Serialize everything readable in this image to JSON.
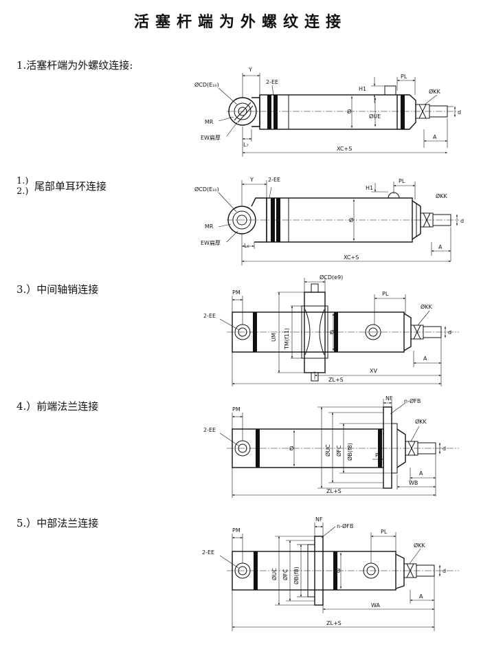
{
  "title": "活塞杆端为外螺纹连接",
  "sections": {
    "s1": "1.活塞杆端为外螺纹连接:",
    "s2_n1": "1.)",
    "s2_n2": "2.)",
    "s2": "尾部单耳环连接",
    "s3": "3.）中间轴销连接",
    "s4": "4.）前端法兰连接",
    "s5": "5.）中部法兰连接"
  },
  "labels": {
    "cd_e": "ØCD(E₁₀)",
    "cd_e2": "ØCD(E₁₀)",
    "y": "Y",
    "ee": "2-EE",
    "pl": "PL",
    "h1": "H1",
    "kk": "ØKK",
    "mr": "MR",
    "ew": "EW扁厚",
    "l7": "L₇",
    "l6": "L₆",
    "a": "A",
    "d": "d",
    "ue": "ØUE",
    "dia": "Ø",
    "xcs": "XC+S",
    "pm": "PM",
    "cd_e9": "ØCD(e9)",
    "um": "UM",
    "tm": "TM(f11)",
    "xv": "XV",
    "zls": "ZL+S",
    "nf": "NF",
    "nfb": "n-ØFB",
    "uc": "ØUC",
    "fc": "ØFC",
    "b": "ØB(f8)",
    "wb": "WB",
    "wa": "WA"
  }
}
